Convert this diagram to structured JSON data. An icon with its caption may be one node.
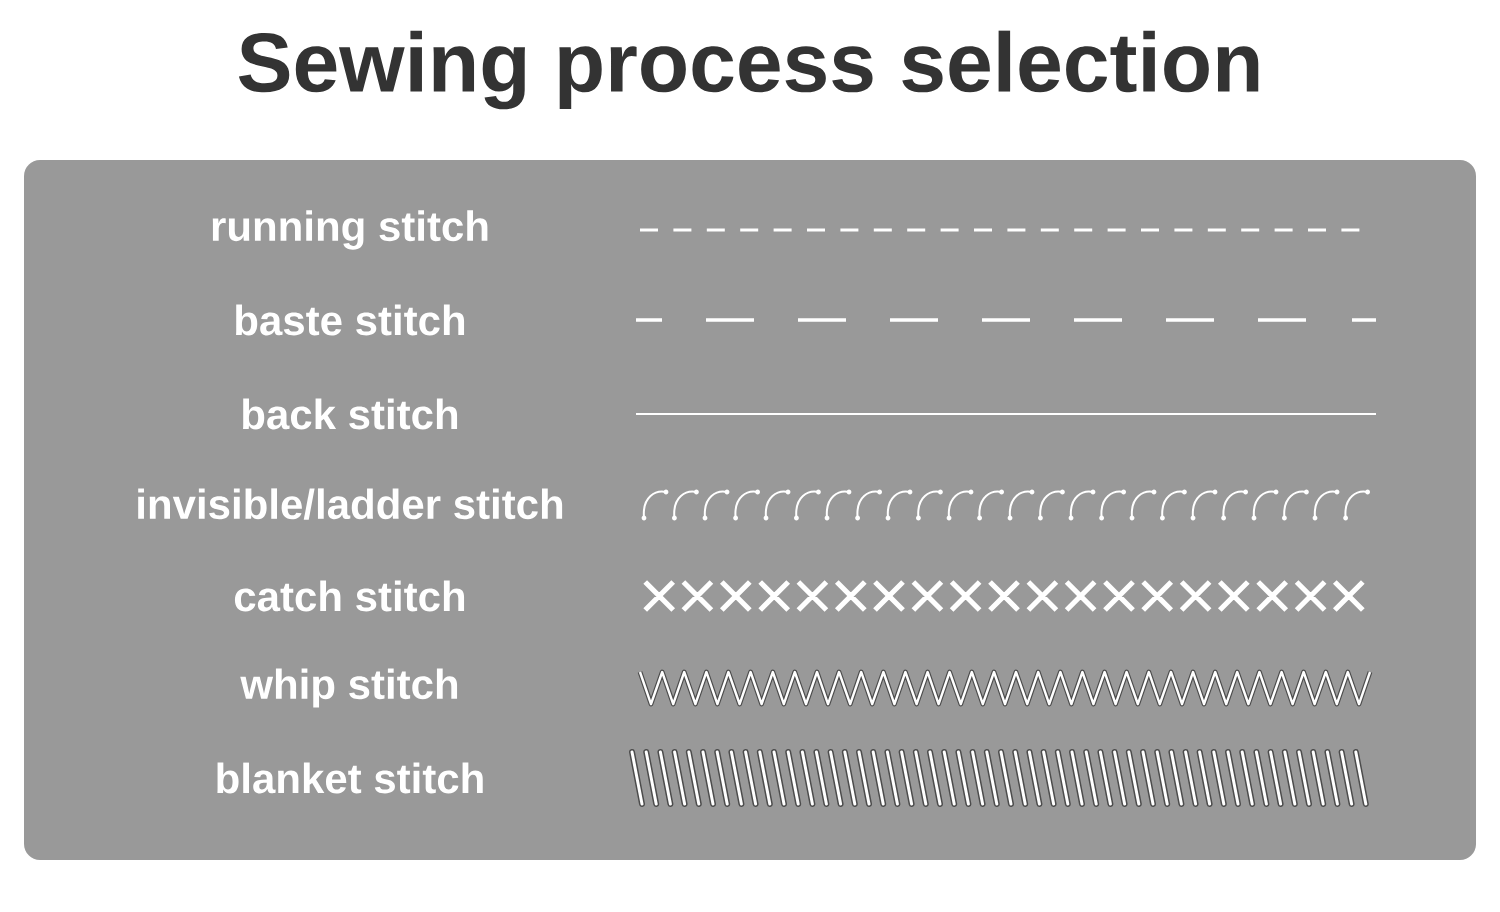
{
  "diagram": {
    "title": "Sewing process selection",
    "labels": [
      "running stitch",
      "baste stitch",
      "back stitch",
      "invisible/ladder stitch",
      "catch stitch",
      "whip stitch",
      "blanket stitch"
    ]
  }
}
